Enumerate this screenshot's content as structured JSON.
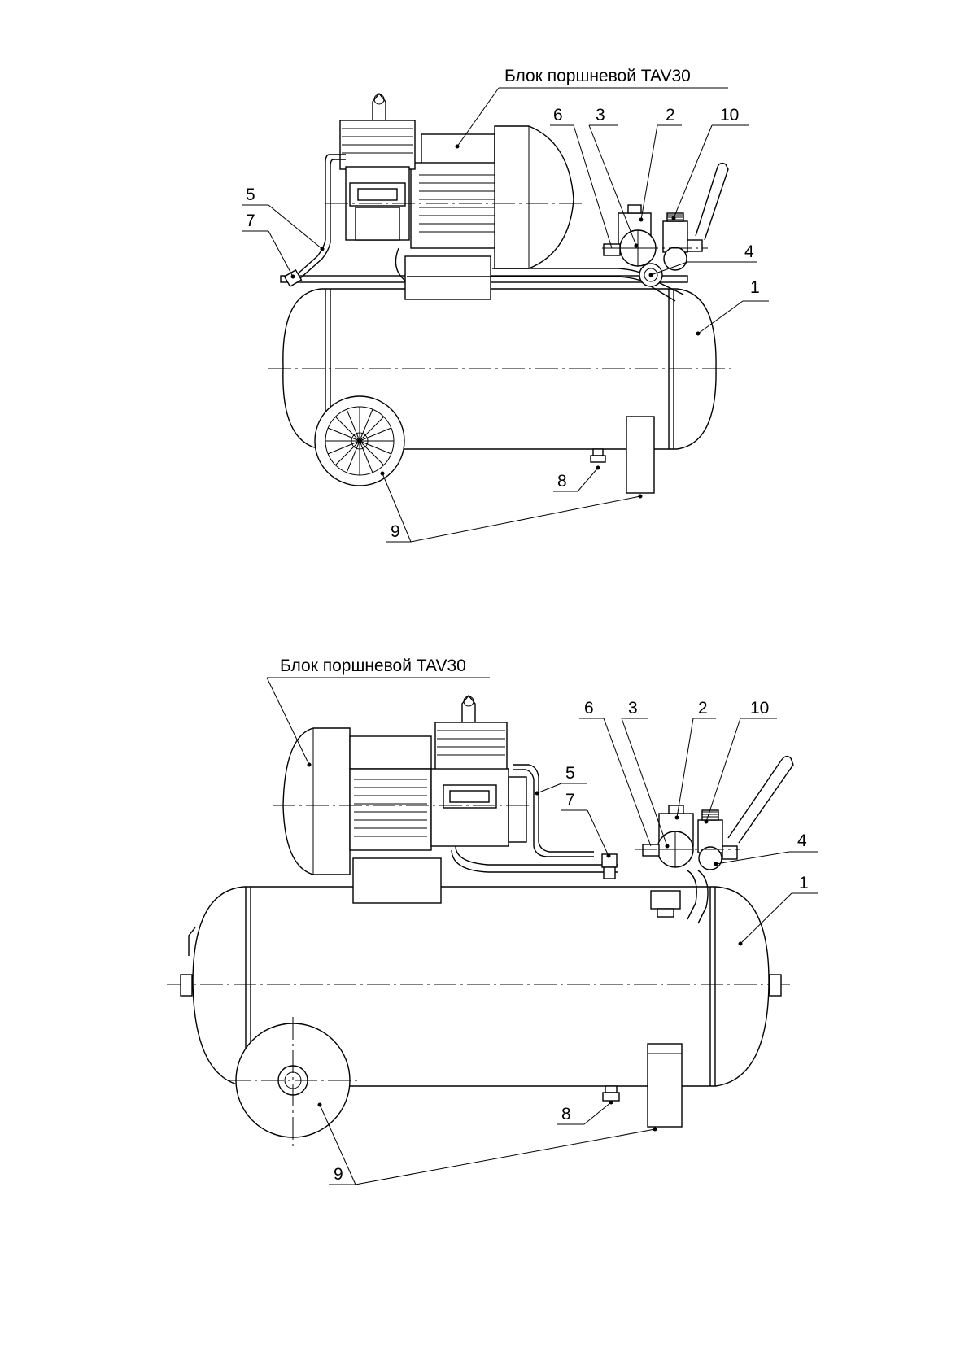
{
  "views": [
    {
      "title": "Блок поршневой TAV30",
      "callouts": [
        "6",
        "3",
        "2",
        "10",
        "5",
        "7",
        "4",
        "1",
        "8",
        "9"
      ]
    },
    {
      "title": "Блок поршневой TAV30",
      "callouts": [
        "6",
        "3",
        "2",
        "10",
        "5",
        "7",
        "4",
        "1",
        "8",
        "9"
      ]
    }
  ]
}
